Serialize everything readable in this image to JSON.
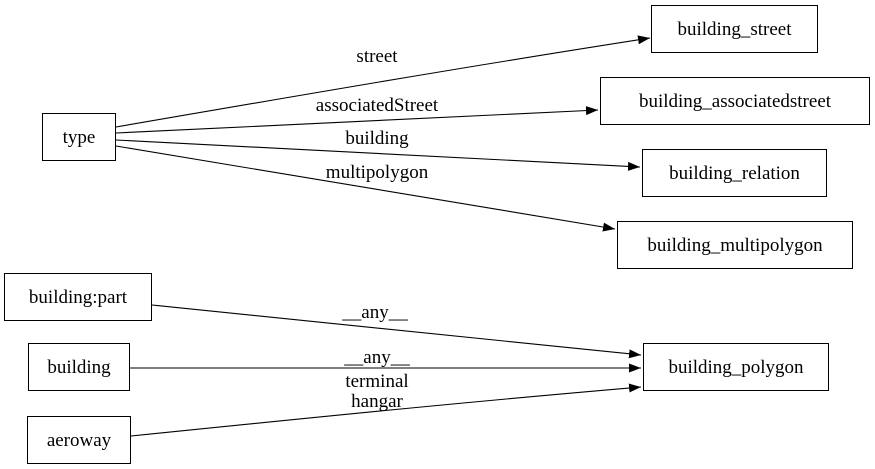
{
  "diagram": {
    "kind": "directed-graph",
    "colors": {
      "background": "#ffffff",
      "stroke": "#000000",
      "text": "#000000",
      "node_fill": "#ffffff"
    },
    "nodes": [
      {
        "id": "type",
        "label": "type"
      },
      {
        "id": "building_street",
        "label": "building_street"
      },
      {
        "id": "building_associatedstreet",
        "label": "building_associatedstreet"
      },
      {
        "id": "building_relation",
        "label": "building_relation"
      },
      {
        "id": "building_multipolygon",
        "label": "building_multipolygon"
      },
      {
        "id": "building:part",
        "label": "building:part"
      },
      {
        "id": "building",
        "label": "building"
      },
      {
        "id": "aeroway",
        "label": "aeroway"
      },
      {
        "id": "building_polygon",
        "label": "building_polygon"
      }
    ],
    "edges": [
      {
        "from": "type",
        "to": "building_street",
        "label": "street"
      },
      {
        "from": "type",
        "to": "building_associatedstreet",
        "label": "associatedStreet"
      },
      {
        "from": "type",
        "to": "building_relation",
        "label": "building"
      },
      {
        "from": "type",
        "to": "building_multipolygon",
        "label": "multipolygon"
      },
      {
        "from": "building:part",
        "to": "building_polygon",
        "label": "__any__"
      },
      {
        "from": "building",
        "to": "building_polygon",
        "label": "__any__"
      },
      {
        "from": "aeroway",
        "to": "building_polygon",
        "label_lines": [
          "terminal",
          "hangar"
        ]
      }
    ]
  }
}
